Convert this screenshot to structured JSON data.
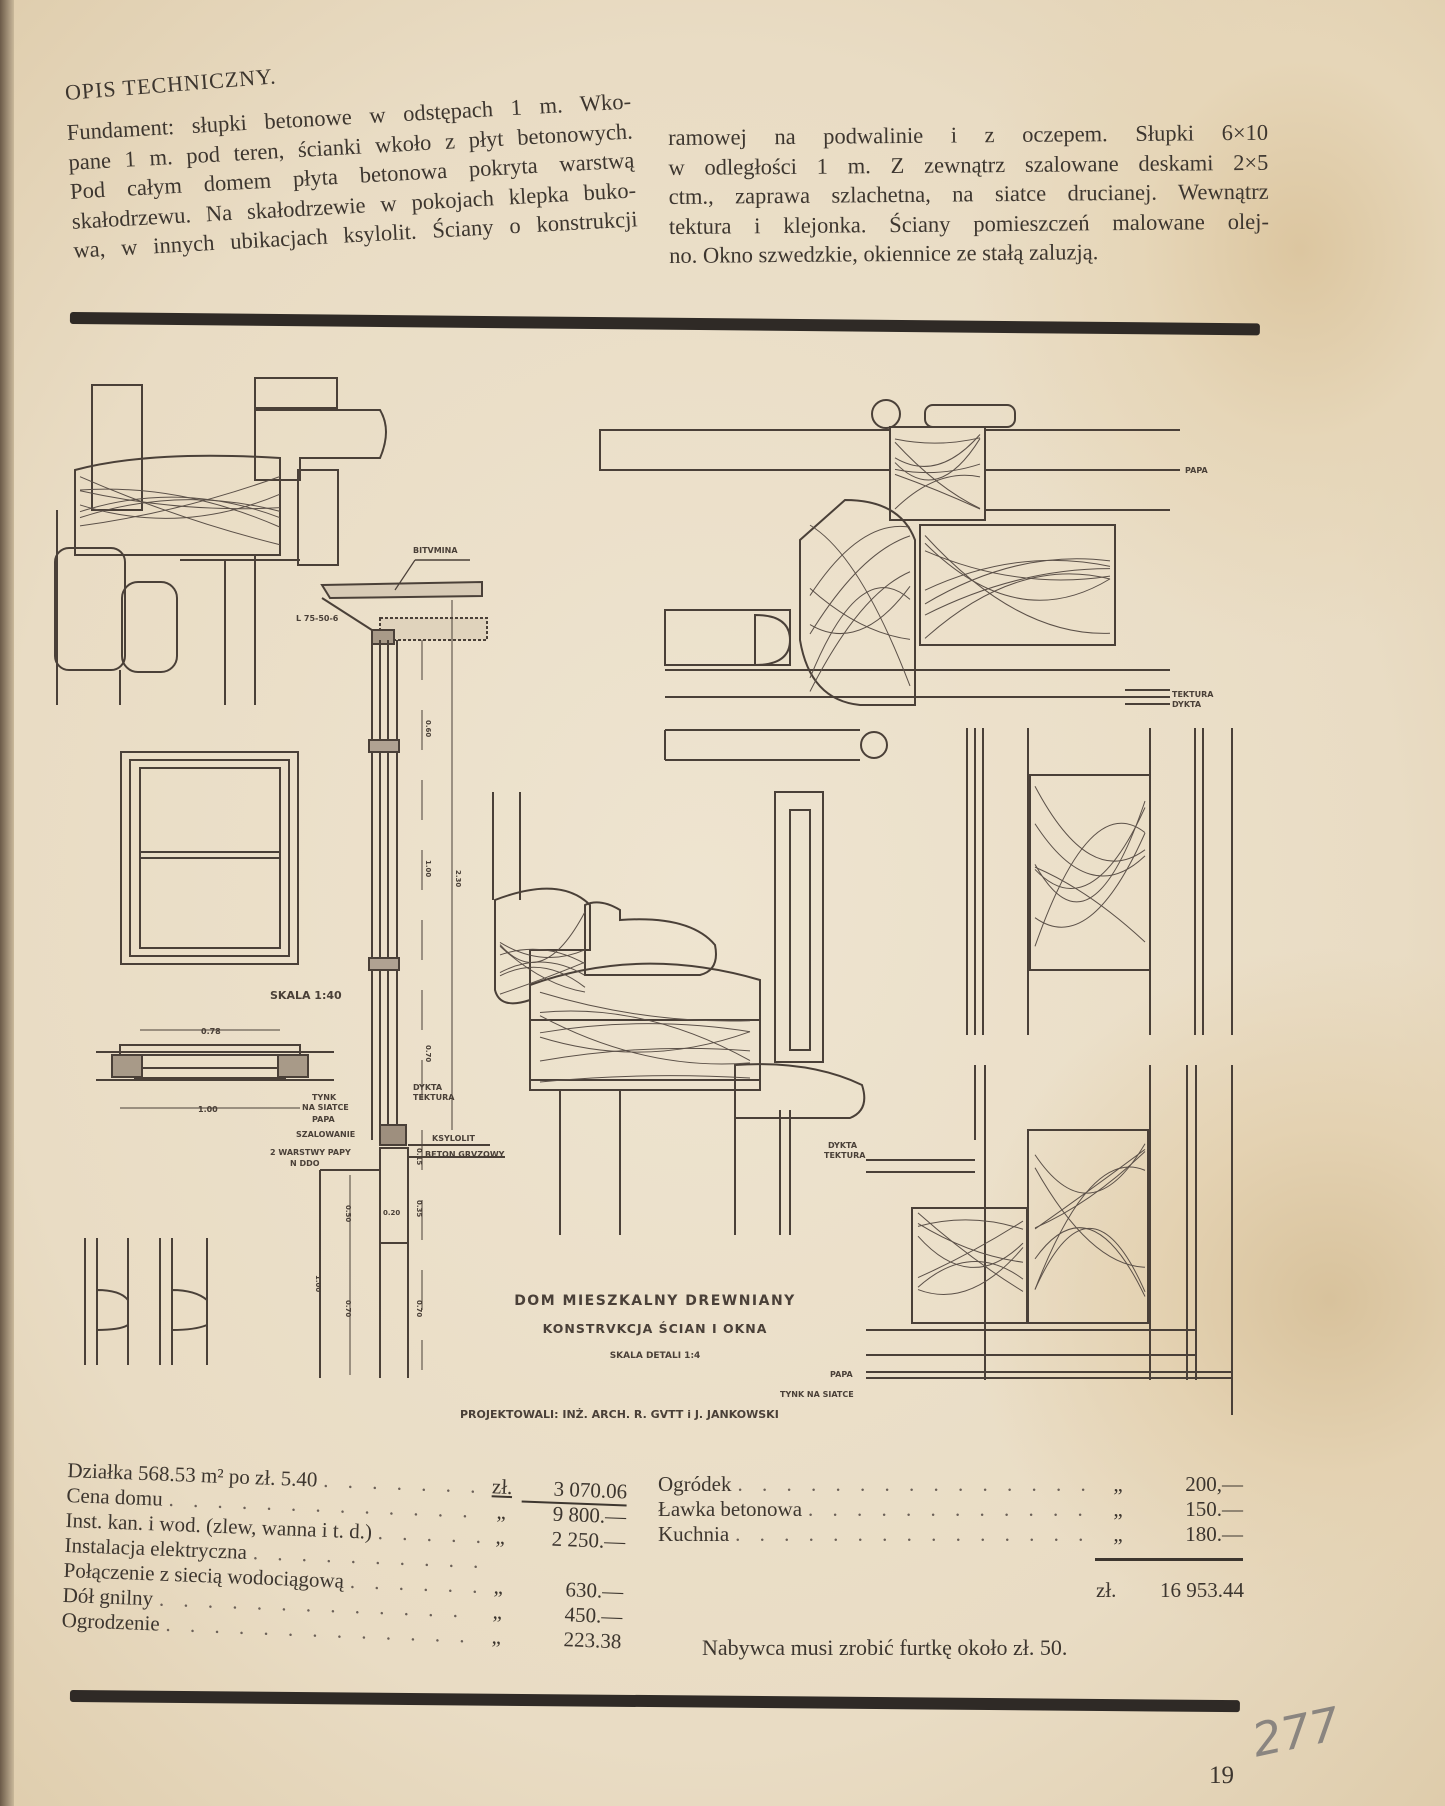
{
  "heading": "OPIS TECHNICZNY.",
  "description": {
    "col1": [
      "Fundament: słupki betonowe w odstępach 1 m. Wko-",
      "pane 1 m. pod teren, ścianki wkoło z płyt betonowych.",
      "Pod całym domem płyta betonowa pokryta warstwą",
      "skałodrzewu. Na skałodrzewie w pokojach klepka buko-",
      "wa, w innych ubikacjach ksylolit. Ściany o konstrukcji"
    ],
    "col2": [
      "ramowej na podwalinie i z oczepem. Słupki 6×10",
      "w odległości 1 m. Z zewnątrz szalowane deskami 2×5",
      "ctm., zaprawa szlachetna, na siatce drucianej. Wewnątrz",
      "tektura i klejonka. Ściany pomieszczeń malowane olej-",
      "no. Okno szwedzkie, okiennice ze stałą zaluzją."
    ]
  },
  "drawing": {
    "title": "DOM MIESZKALNY DREWNIANY",
    "subtitle": "KONSTRVKCJA ŚCIAN I OKNA",
    "detail_scale": "SKALA DETALI 1:4",
    "scale": "SKALA 1:40",
    "designers": "PROJEKTOWALI: INŻ. ARCH. R. GVTT i J. JANKOWSKI",
    "labels": {
      "bitumina": "BITVMINA",
      "angle": "L 75-50-6",
      "tynk": "TYNK",
      "na_siatce": "NA SIATCE",
      "papa": "PAPA",
      "szalowanie": "SZALOWANIE",
      "warstwy_papy": "2 WARSTWY PAPY",
      "n_ddo": "N DDO",
      "dykta": "DYKTA",
      "tektura": "TEKTURA",
      "ksylolit": "KSYLOLIT",
      "beton": "BETON GRVZOWY",
      "papa_top": "PAPA",
      "tektura_right": "TEKTURA",
      "dykta_right": "DYKTA",
      "dykta_mid": "DYKTA",
      "tektura_mid": "TEKTURA",
      "papa_bottom": "PAPA",
      "tynk_bottom": "TYNK NA SIATCE"
    },
    "dimensions": {
      "window_width": "0.78",
      "opening_width": "1.00",
      "upper": "0.60",
      "window_height": "1.00",
      "total_height": "2.30",
      "lower": "0.70",
      "floor": "0.15",
      "found_a": "0.50",
      "found_w": "0.20",
      "found_b": "0.35",
      "found_c": "1.00",
      "found_d": "0.70",
      "found_e": "0.70"
    }
  },
  "costs": {
    "left": [
      {
        "label": "Działka 568.53 m² po zł. 5.40",
        "currency": "zł.",
        "amount": "3 070.06"
      },
      {
        "label": "Cena domu",
        "currency": "„",
        "amount": "9 800.—"
      },
      {
        "label": "Inst. kan. i wod. (zlew, wanna i t. d.)",
        "currency": "„",
        "amount": "2 250.—"
      },
      {
        "label": "Instalacja elektryczna",
        "currency": "",
        "amount": ""
      },
      {
        "label": "Połączenie z siecią wodociągową",
        "currency": "„",
        "amount": "630.—"
      },
      {
        "label": "Dół gnilny",
        "currency": "„",
        "amount": "450.—"
      },
      {
        "label": "Ogrodzenie",
        "currency": "„",
        "amount": "223.38"
      }
    ],
    "right": [
      {
        "label": "Ogródek",
        "currency": "„",
        "amount": "200,—"
      },
      {
        "label": "Ławka betonowa",
        "currency": "„",
        "amount": "150.—"
      },
      {
        "label": "Kuchnia",
        "currency": "„",
        "amount": "180.—"
      }
    ],
    "total_currency": "zł.",
    "total": "16 953.44",
    "note": "Nabywca musi zrobić furtkę około zł. 50."
  },
  "page_number": "19",
  "handwritten_number": "277"
}
